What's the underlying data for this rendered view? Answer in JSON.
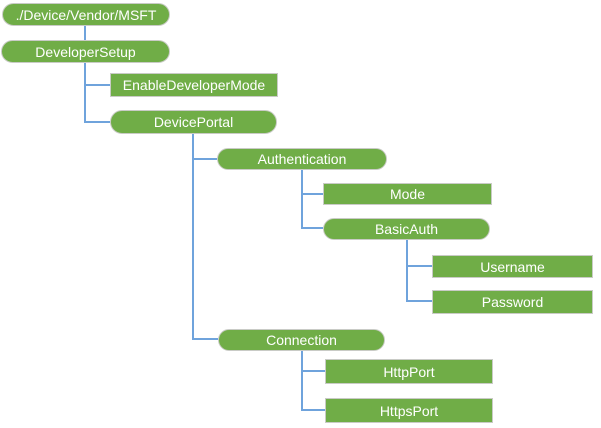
{
  "diagram": {
    "type": "tree",
    "description": "CSP node hierarchy tree diagram"
  },
  "tree": {
    "label": "./Device/Vendor/MSFT",
    "children": [
      {
        "label": "DeveloperSetup",
        "children": [
          {
            "label": "EnableDeveloperMode",
            "children": []
          },
          {
            "label": "DevicePortal",
            "children": [
              {
                "label": "Authentication",
                "children": [
                  {
                    "label": "Mode",
                    "children": []
                  },
                  {
                    "label": "BasicAuth",
                    "children": [
                      {
                        "label": "Username",
                        "children": []
                      },
                      {
                        "label": "Password",
                        "children": []
                      }
                    ]
                  }
                ]
              },
              {
                "label": "Connection",
                "children": [
                  {
                    "label": "HttpPort",
                    "children": []
                  },
                  {
                    "label": "HttpsPort",
                    "children": []
                  }
                ]
              }
            ]
          }
        ]
      }
    ]
  },
  "colors": {
    "node_fill": "#70AD47",
    "node_text": "#FFFFFF",
    "node_border": "#C9CBC6",
    "connector": "#6FA3DC",
    "background": "#FFFFFF"
  }
}
